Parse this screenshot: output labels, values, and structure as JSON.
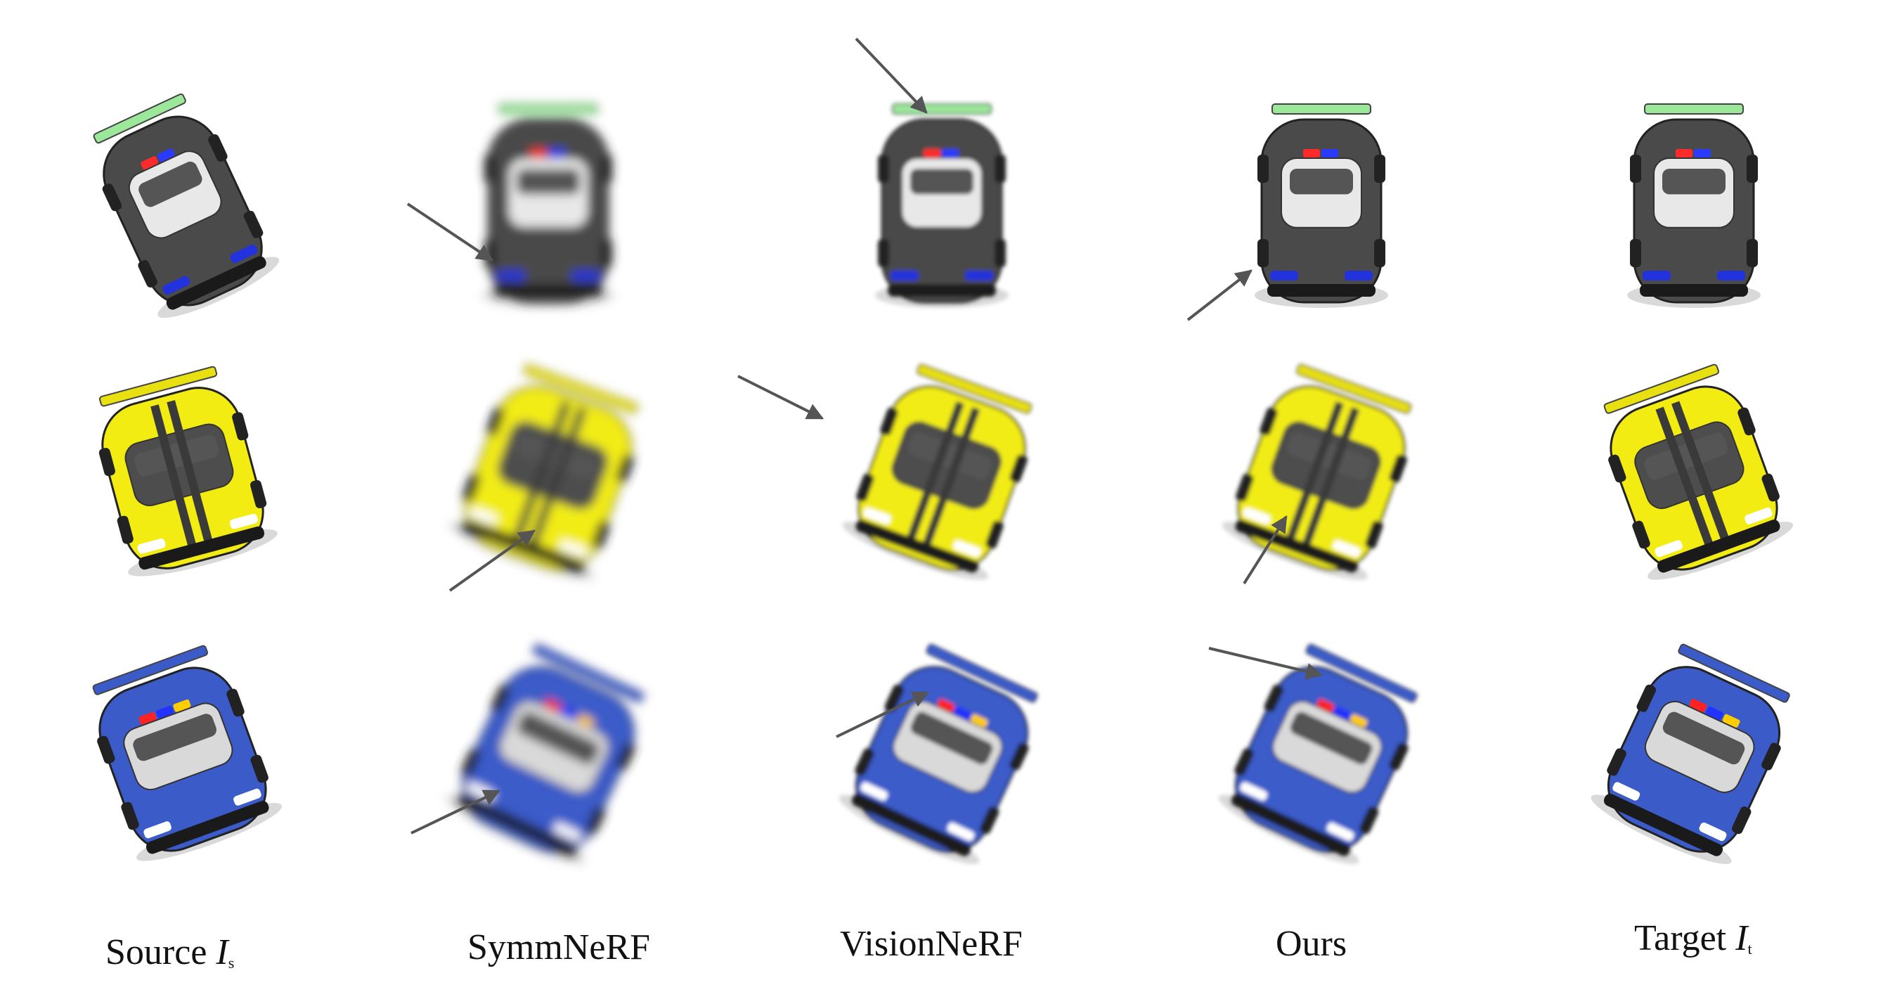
{
  "figure": {
    "columns": [
      {
        "key": "source",
        "label": "Source",
        "symbol": "I",
        "subscript": "s"
      },
      {
        "key": "symmnerf",
        "label": "SymmNeRF"
      },
      {
        "key": "visionnerf",
        "label": "VisionNeRF"
      },
      {
        "key": "ours",
        "label": "Ours"
      },
      {
        "key": "target",
        "label": "Target",
        "symbol": "I",
        "subscript": "t"
      }
    ],
    "rows": [
      {
        "name": "police-car-white",
        "body_color": "#4a4a4a",
        "accent_color": "#e8e8e8",
        "light_colors": [
          "#ff2a2a",
          "#2a3bff"
        ],
        "spoiler_color": "#9be89b"
      },
      {
        "name": "yellow-sports-car",
        "body_color": "#f2ec12",
        "accent_color": "#4d4d4d",
        "light_colors": [],
        "spoiler_color": "#e8e010"
      },
      {
        "name": "blue-police-hatchback",
        "body_color": "#3b5bc9",
        "accent_color": "#d9d9d9",
        "light_colors": [
          "#ff2222",
          "#2233ff",
          "#ffcc00"
        ],
        "spoiler_color": "#3b5bc9"
      }
    ],
    "arrow_color": "#555555"
  }
}
